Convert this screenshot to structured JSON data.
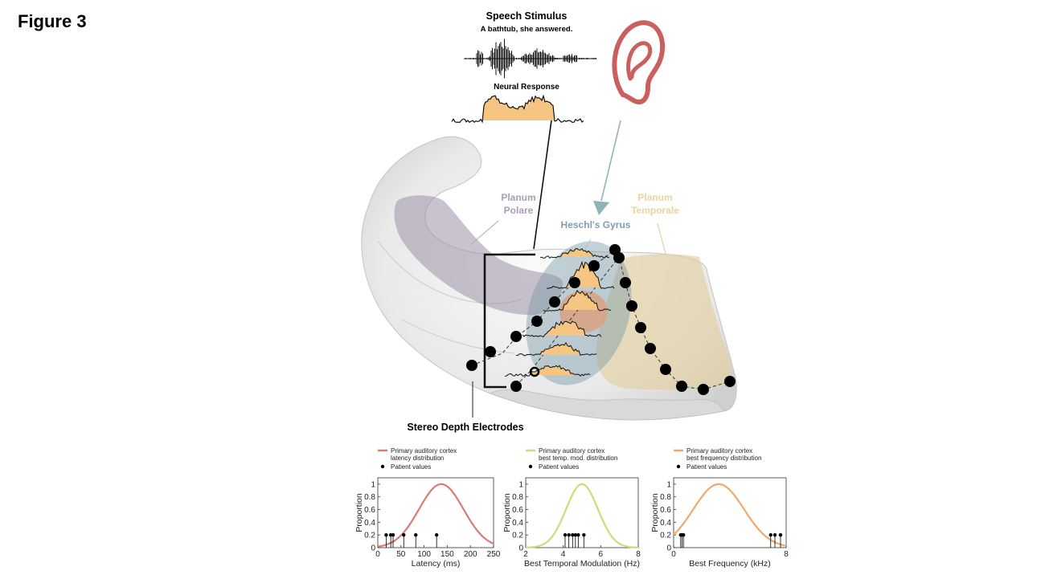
{
  "figure_label": "Figure 3",
  "stimulus": {
    "title": "Speech Stimulus",
    "sentence": "A bathtub, she answered.",
    "neural_response_label": "Neural Response"
  },
  "regions": {
    "planum_polare": [
      "Planum",
      "Polare"
    ],
    "heschls_gyrus": "Heschl's Gyrus",
    "planum_temporale": [
      "Planum",
      "Temporale"
    ],
    "electrodes": "Stereo Depth Electrodes"
  },
  "colors": {
    "ear": "#c9605d",
    "planum_polare": "#9d92a8",
    "heschls_gyrus": "#7a9aa8",
    "planum_temporale": "#e2cfa0",
    "response_fill": "#f6c582",
    "latency_curve": "#d97b76",
    "tempmod_curve": "#c8dd7d",
    "freq_curve": "#f2a86a"
  },
  "chart_data": [
    {
      "type": "line",
      "legend": [
        "Primary auditory cortex",
        "latency distribution",
        "Patient values"
      ],
      "xlabel": "Latency (ms)",
      "ylabel": "Proportion",
      "xlim": [
        0,
        250
      ],
      "ylim": [
        0,
        1.1
      ],
      "x_ticks": [
        "0",
        "50",
        "100",
        "150",
        "200",
        "250"
      ],
      "y_ticks": [
        "0",
        "0.2",
        "0.4",
        "0.6",
        "0.8",
        "1"
      ],
      "curve": {
        "shape": "gaussian",
        "peak_x": 137,
        "peak_y": 1.0,
        "sigma": 48
      },
      "patient_values": [
        18,
        28,
        33,
        56,
        82,
        127
      ],
      "patient_y": 0.2
    },
    {
      "type": "line",
      "legend": [
        "Primary auditory cortex",
        "best temp. mod. distribution",
        "Patient values"
      ],
      "xlabel": "Best Temporal Modulation (Hz)",
      "ylabel": "Proportion",
      "xlim": [
        2,
        8
      ],
      "ylim": [
        0,
        1.1
      ],
      "x_ticks": [
        "2",
        "4",
        "6",
        "8"
      ],
      "y_ticks": [
        "0",
        "0.2",
        "0.4",
        "0.6",
        "0.8",
        "1"
      ],
      "curve": {
        "shape": "gaussian",
        "peak_x": 5.0,
        "peak_y": 1.0,
        "sigma": 0.85
      },
      "patient_values": [
        4.1,
        4.3,
        4.5,
        4.65,
        4.8,
        5.1
      ],
      "patient_y": 0.2
    },
    {
      "type": "line",
      "legend": [
        "Primary auditory cortex",
        "best frequency distribution",
        "Patient values"
      ],
      "xlabel": "Best Frequency (kHz)",
      "ylabel": "Proportion",
      "xlim": [
        0,
        8
      ],
      "ylim": [
        0,
        1.1
      ],
      "x_ticks": [
        "0",
        "8"
      ],
      "y_ticks": [
        "0",
        "0.2",
        "0.4",
        "0.6",
        "0.8",
        "1"
      ],
      "curve": {
        "shape": "gaussian",
        "peak_x": 3.2,
        "peak_y": 1.0,
        "sigma": 1.8
      },
      "patient_values": [
        0.5,
        0.6,
        0.7,
        6.9,
        7.2,
        7.6
      ],
      "patient_y": 0.2
    }
  ]
}
